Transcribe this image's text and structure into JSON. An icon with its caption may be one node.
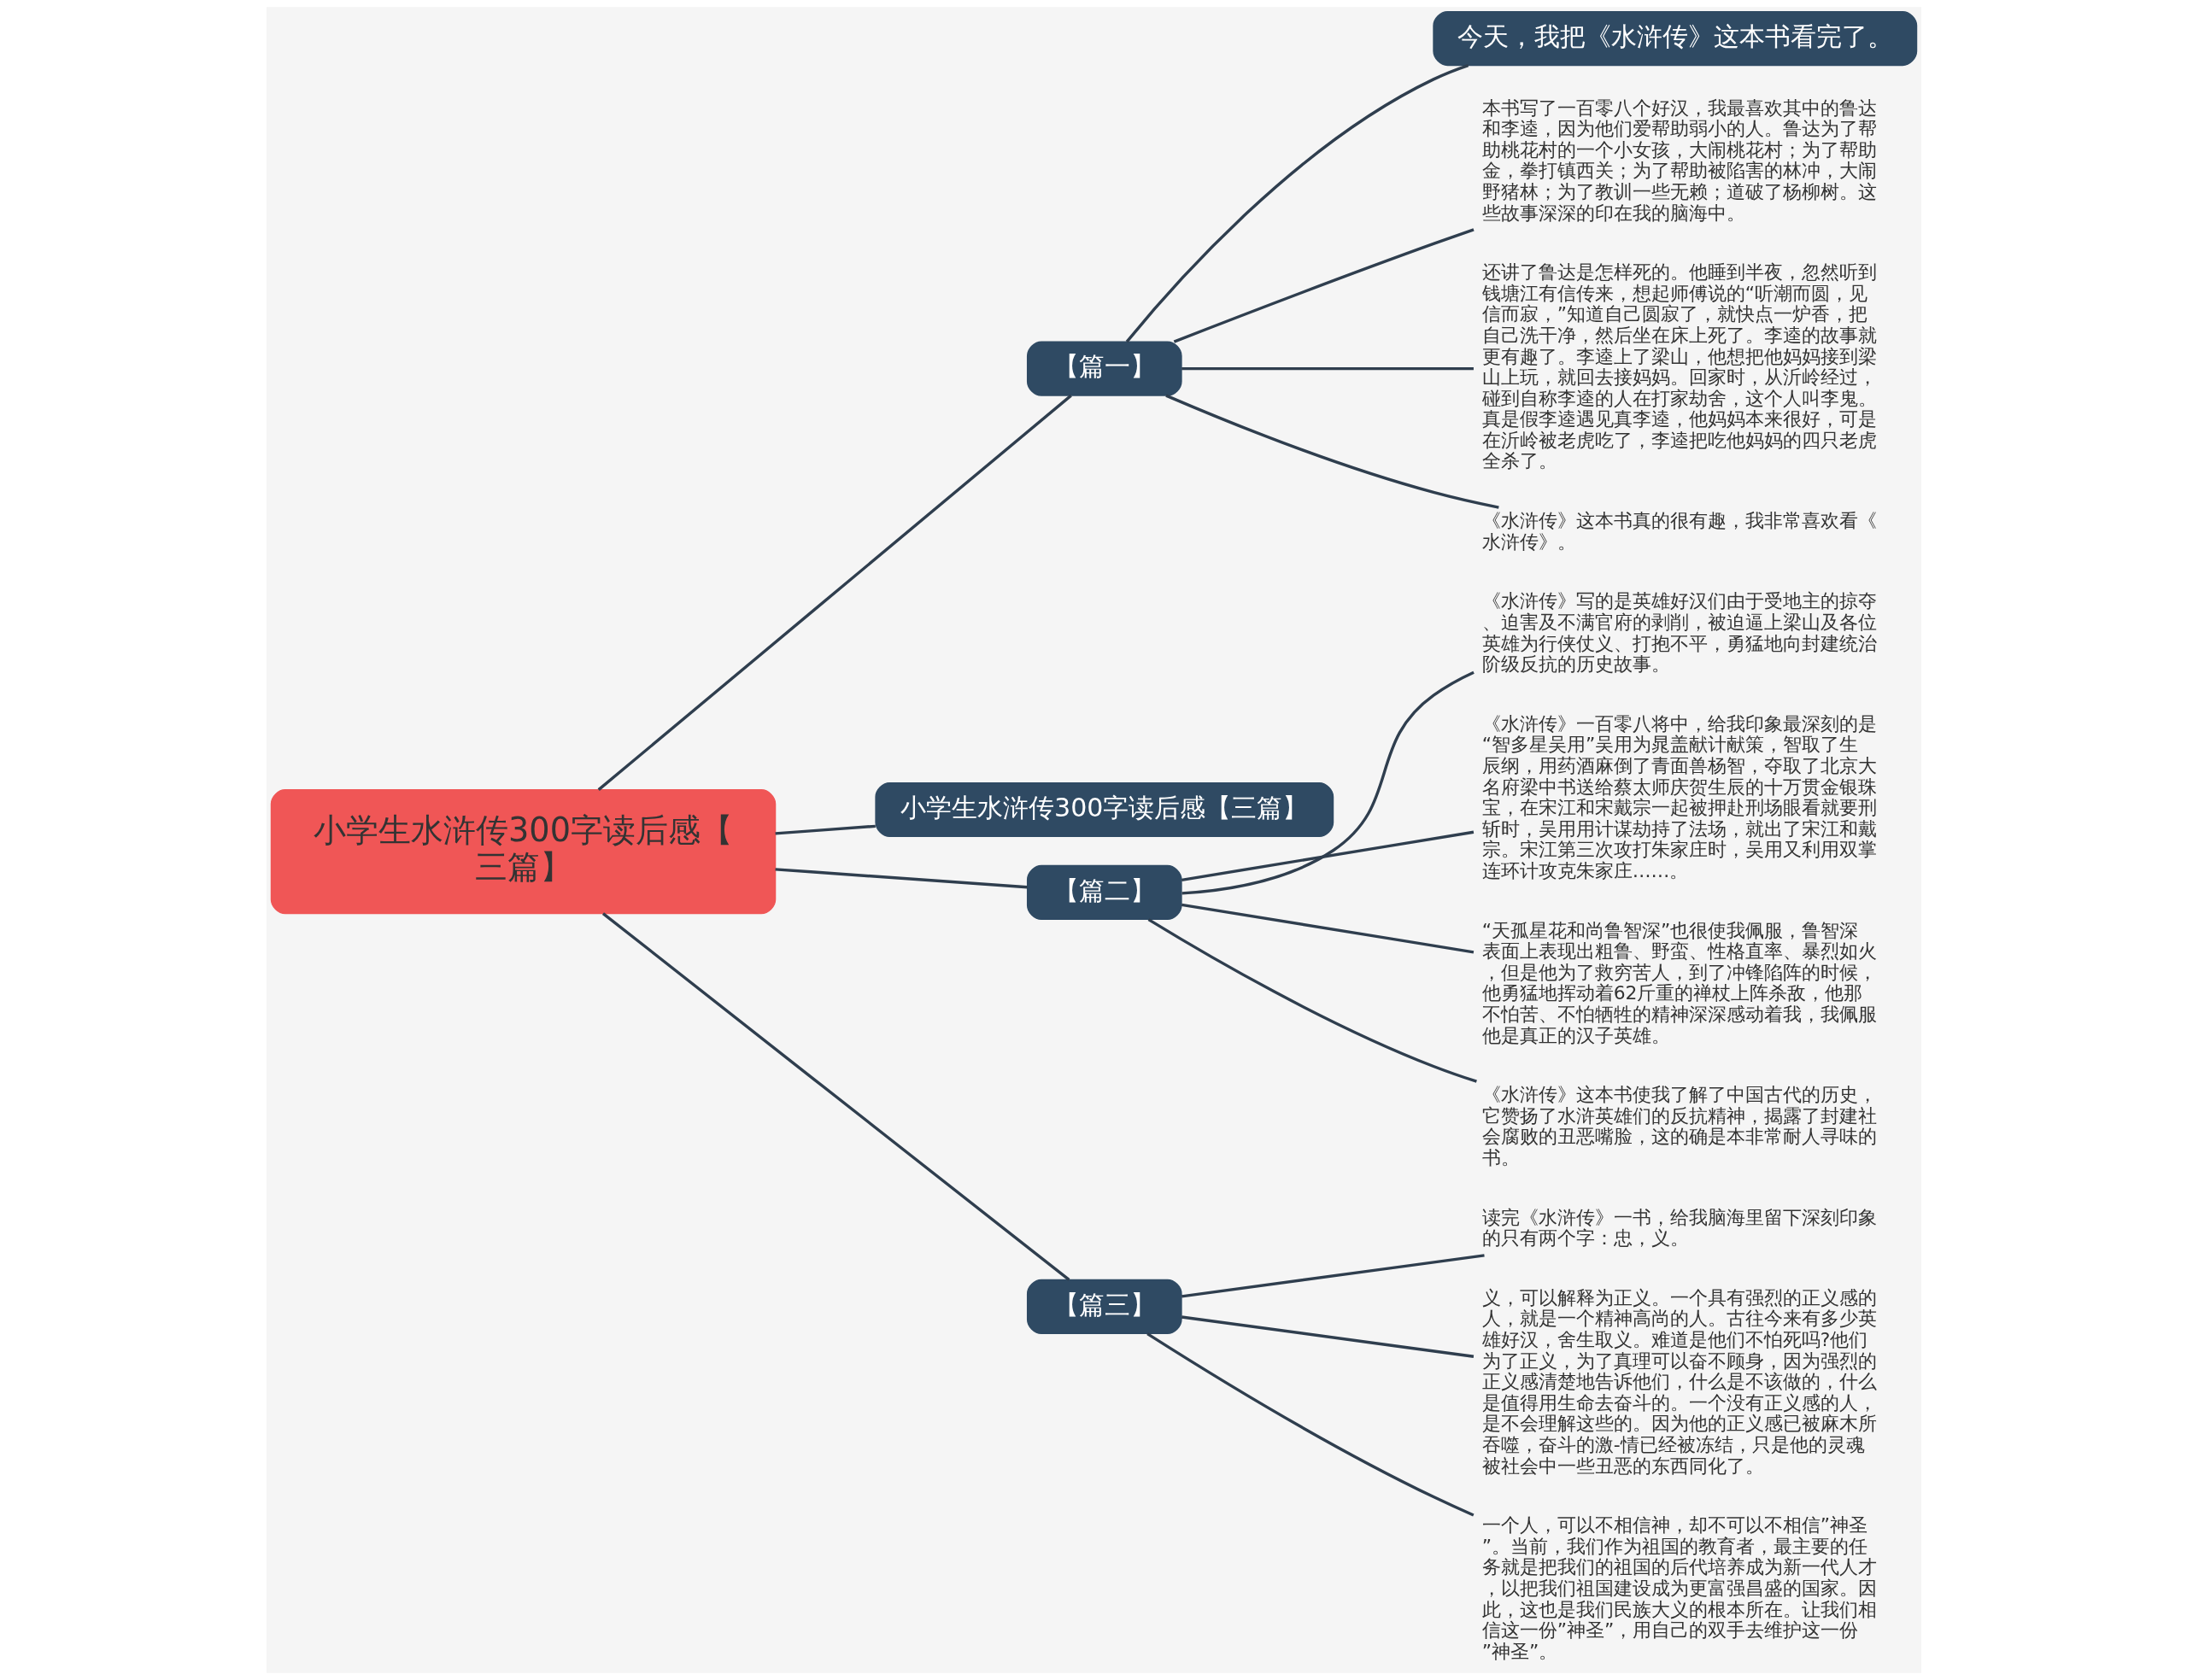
{
  "diagram": {
    "nodes": [
      {
        "text": [
          "小学生水浒传300字读后感【三篇】"
        ]
      },
      {
        "text": [
          "【篇一】"
        ]
      },
      {
        "text": [
          "今天，我把《水浒传》这本书看完了。"
        ]
      },
      {
        "text": [
          "本书写了一百零八个好汉，我最喜欢其中的鲁达和李逵，因为他们爱帮助弱小的人。鲁达为了帮助桃花村的一个小女孩，大闹桃花村；为了帮助金，拳打镇西关；为了帮助被陷害的林冲，大闹野猪林；为了教训一些无赖；道破了杨柳树。这些故事深深的印在我的脑海中。"
        ]
      },
      {
        "text": [
          "还讲了鲁达是怎样死的。他睡到半夜，忽然听到钱塘江有信传来，想起师傅说的“听潮而圆，见信而寂，”知道自己圆寂了，就快点一炉香，把自己洗干净，然后坐在床上死了。李逵的故事就更有趣了。李逵上了梁山，他想把他妈妈接到梁山上玩，就回去接妈妈。回家时，从沂岭经过，碰到自称李逵的人在打家劫舍，这个人叫李鬼。真是假李逵遇见真李逵，他妈妈本来很好，可是在沂岭被老虎吃了，李逵把吃他妈妈的四只老虎全杀了。"
        ]
      },
      {
        "text": [
          "《水浒传》这本书真的很有趣，我非常喜欢看《水浒传》。"
        ]
      },
      {
        "text": [
          "小学生水浒传300字读后感【三篇】"
        ]
      },
      {
        "text": [
          "【篇二】"
        ]
      },
      {
        "text": [
          "《水浒传》写的是英雄好汉们由于受地主的掠夺、迫害及不满官府的剥削，被迫逼上梁山及各位英雄为行侠仗义、打抱不平，勇猛地向封建统治阶级反抗的历史故事。"
        ]
      },
      {
        "text": [
          "《水浒传》一百零八将中，给我印象最深刻的是“智多星吴用”吴用为晁盖献计献策，智取了生辰纲，用药酒麻倒了青面兽杨智，夺取了北京大名府梁中书送给蔡太师庆贺生辰的十万贯金银珠宝，在宋江和宋戴宗一起被押赴刑场眼看就要刑斩时，吴用用计谋劫持了法场，就出了宋江和戴宗。宋江第三次攻打朱家庄时，吴用又利用双掌连环计攻克朱家庄……。"
        ]
      },
      {
        "text": [
          "“天孤星花和尚鲁智深”也很使我佩服，鲁智深表面上表现出粗鲁、野蛮、性格直率、暴烈如火，但是他为了救穷苦人，到了冲锋陷阵的时候，他勇猛地挥动着62斤重的禅杖上阵杀敌，他那不怕苦、不怕牺牲的精神深深感动着我，我佩服他是真正的汉子英雄。"
        ]
      },
      {
        "text": [
          "《水浒传》这本书使我了解了中国古代的历史，它赞扬了水浒英雄们的反抗精神，揭露了封建社会腐败的丑恶嘴脸，这的确是本非常耐人寻味的书。"
        ]
      },
      {
        "text": [
          "【篇三】"
        ]
      },
      {
        "text": [
          "读完《水浒传》一书，给我脑海里留下深刻印象的只有两个字：忠，义。"
        ]
      },
      {
        "text": [
          "义，可以解释为正义。一个具有强烈的正义感的人，就是一个精神高尚的人。古往今来有多少英雄好汉，舍生取义。难道是他们不怕死吗?他们为了正义，为了真理可以奋不顾身，因为强烈的正义感清楚地告诉他们，什么是不该做的，什么是值得用生命去奋斗的。一个没有正义感的人，是不会理解这些的。因为他的正义感已被麻木所吞噬，奋斗的激-情已经被冻结，只是他的灵魂被社会中一些丑恶的东西同化了。"
        ]
      },
      {
        "text": [
          "一个人，可以不相信神，却不可以不相信”神圣”。当前，我们作为祖国的教育者，最主要的任务就是把我们的祖国的后代培养成为新一代人才，以把我们祖国建设成为更富强昌盛的国家。因此，这也是我们民族大义的根本所在。让我们相信这一份”神圣”，用自己的双手去维护这一份”神圣”。"
        ]
      }
    ],
    "edges": [
      {
        "from": 0,
        "to": 1,
        "arrow": "none"
      },
      {
        "from": 1,
        "to": 2,
        "arrow": "none"
      },
      {
        "from": 1,
        "to": 3,
        "arrow": "none"
      },
      {
        "from": 1,
        "to": 4,
        "arrow": "none"
      },
      {
        "from": 1,
        "to": 5,
        "arrow": "none"
      },
      {
        "from": 0,
        "to": 6,
        "arrow": "none"
      },
      {
        "from": 0,
        "to": 7,
        "arrow": "none"
      },
      {
        "from": 7,
        "to": 8,
        "arrow": "none"
      },
      {
        "from": 7,
        "to": 9,
        "arrow": "none"
      },
      {
        "from": 7,
        "to": 10,
        "arrow": "none"
      },
      {
        "from": 7,
        "to": 11,
        "arrow": "none"
      },
      {
        "from": 0,
        "to": 12,
        "arrow": "none"
      },
      {
        "from": 12,
        "to": 13,
        "arrow": "none"
      },
      {
        "from": 12,
        "to": 14,
        "arrow": "none"
      },
      {
        "from": 12,
        "to": 15,
        "arrow": "none"
      }
    ]
  }
}
